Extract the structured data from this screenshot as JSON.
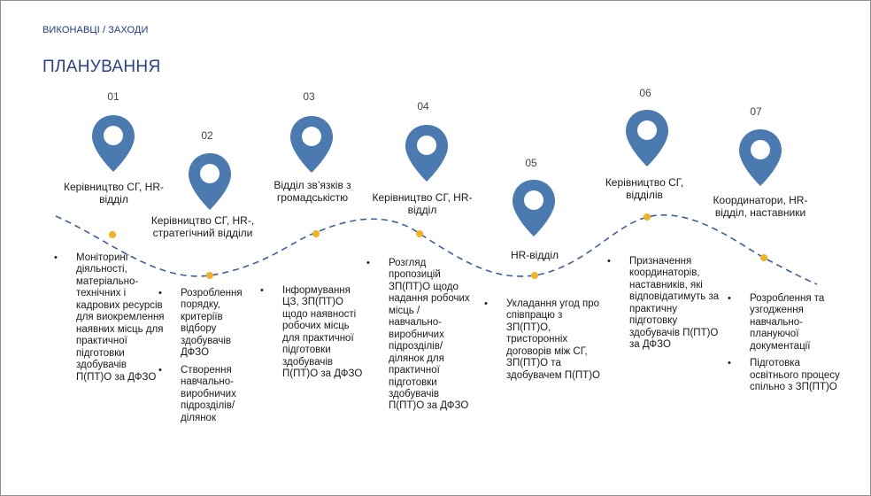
{
  "breadcrumb": "ВИКОНАВЦІ / ЗАХОДИ",
  "title": "ПЛАНУВАННЯ",
  "colors": {
    "pin": "#4a7ab0",
    "dot": "#f2b322",
    "path": "#3e5f9c",
    "title": "#2a3f8f"
  },
  "steps": [
    {
      "num": "01",
      "icon": "map-pin-icon",
      "who": "Керівництво СГ, HR-відділ",
      "items": [
        "Моніторинг діяльності, матеріально-технічних і кадрових ресурсів для виокремлення наявних місць для практичної підготовки здобувачів П(ПТ)О за ДФЗО"
      ]
    },
    {
      "num": "02",
      "icon": "map-pin-icon",
      "who": "Керівництво СГ, HR-, стратегічний відділи",
      "items": [
        "Розроблення порядку, критеріїв відбору здобувачів ДФЗО",
        "Створення навчально-виробничих підрозділів/ ділянок"
      ]
    },
    {
      "num": "03",
      "icon": "map-pin-icon",
      "who": "Відділ зв’язків з громадськістю",
      "items": [
        "Інформування ЦЗ, ЗП(ПТ)О щодо наявності робочих місць для практичної підготовки здобувачів П(ПТ)О за ДФЗО"
      ]
    },
    {
      "num": "04",
      "icon": "map-pin-icon",
      "who": "Керівництво СГ, HR-відділ",
      "items": [
        "Розгляд пропозицій ЗП(ПТ)О щодо надання робочих місць / навчально-виробничих підрозділів/ ділянок для практичної підготовки здобувачів П(ПТ)О за ДФЗО"
      ]
    },
    {
      "num": "05",
      "icon": "map-pin-icon",
      "who": "HR-відділ",
      "items": [
        "Укладання угод про співпрацю з ЗП(ПТ)О, тристоронніх договорів між СГ, ЗП(ПТ)О та здобувачем П(ПТ)О"
      ]
    },
    {
      "num": "06",
      "icon": "map-pin-icon",
      "who": "Керівництво СГ, відділів",
      "items": [
        "Призначення координаторів, наставників, які відповідатимуть за практичну підготовку здобувачів П(ПТ)О за ДФЗО"
      ]
    },
    {
      "num": "07",
      "icon": "map-pin-icon",
      "who": "Координатори, HR-відділ, наставники",
      "items": [
        "Розроблення та узгодження навчально-плануючої документації",
        "Підготовка освітнього процесу спільно з ЗП(ПТ)О"
      ]
    }
  ]
}
